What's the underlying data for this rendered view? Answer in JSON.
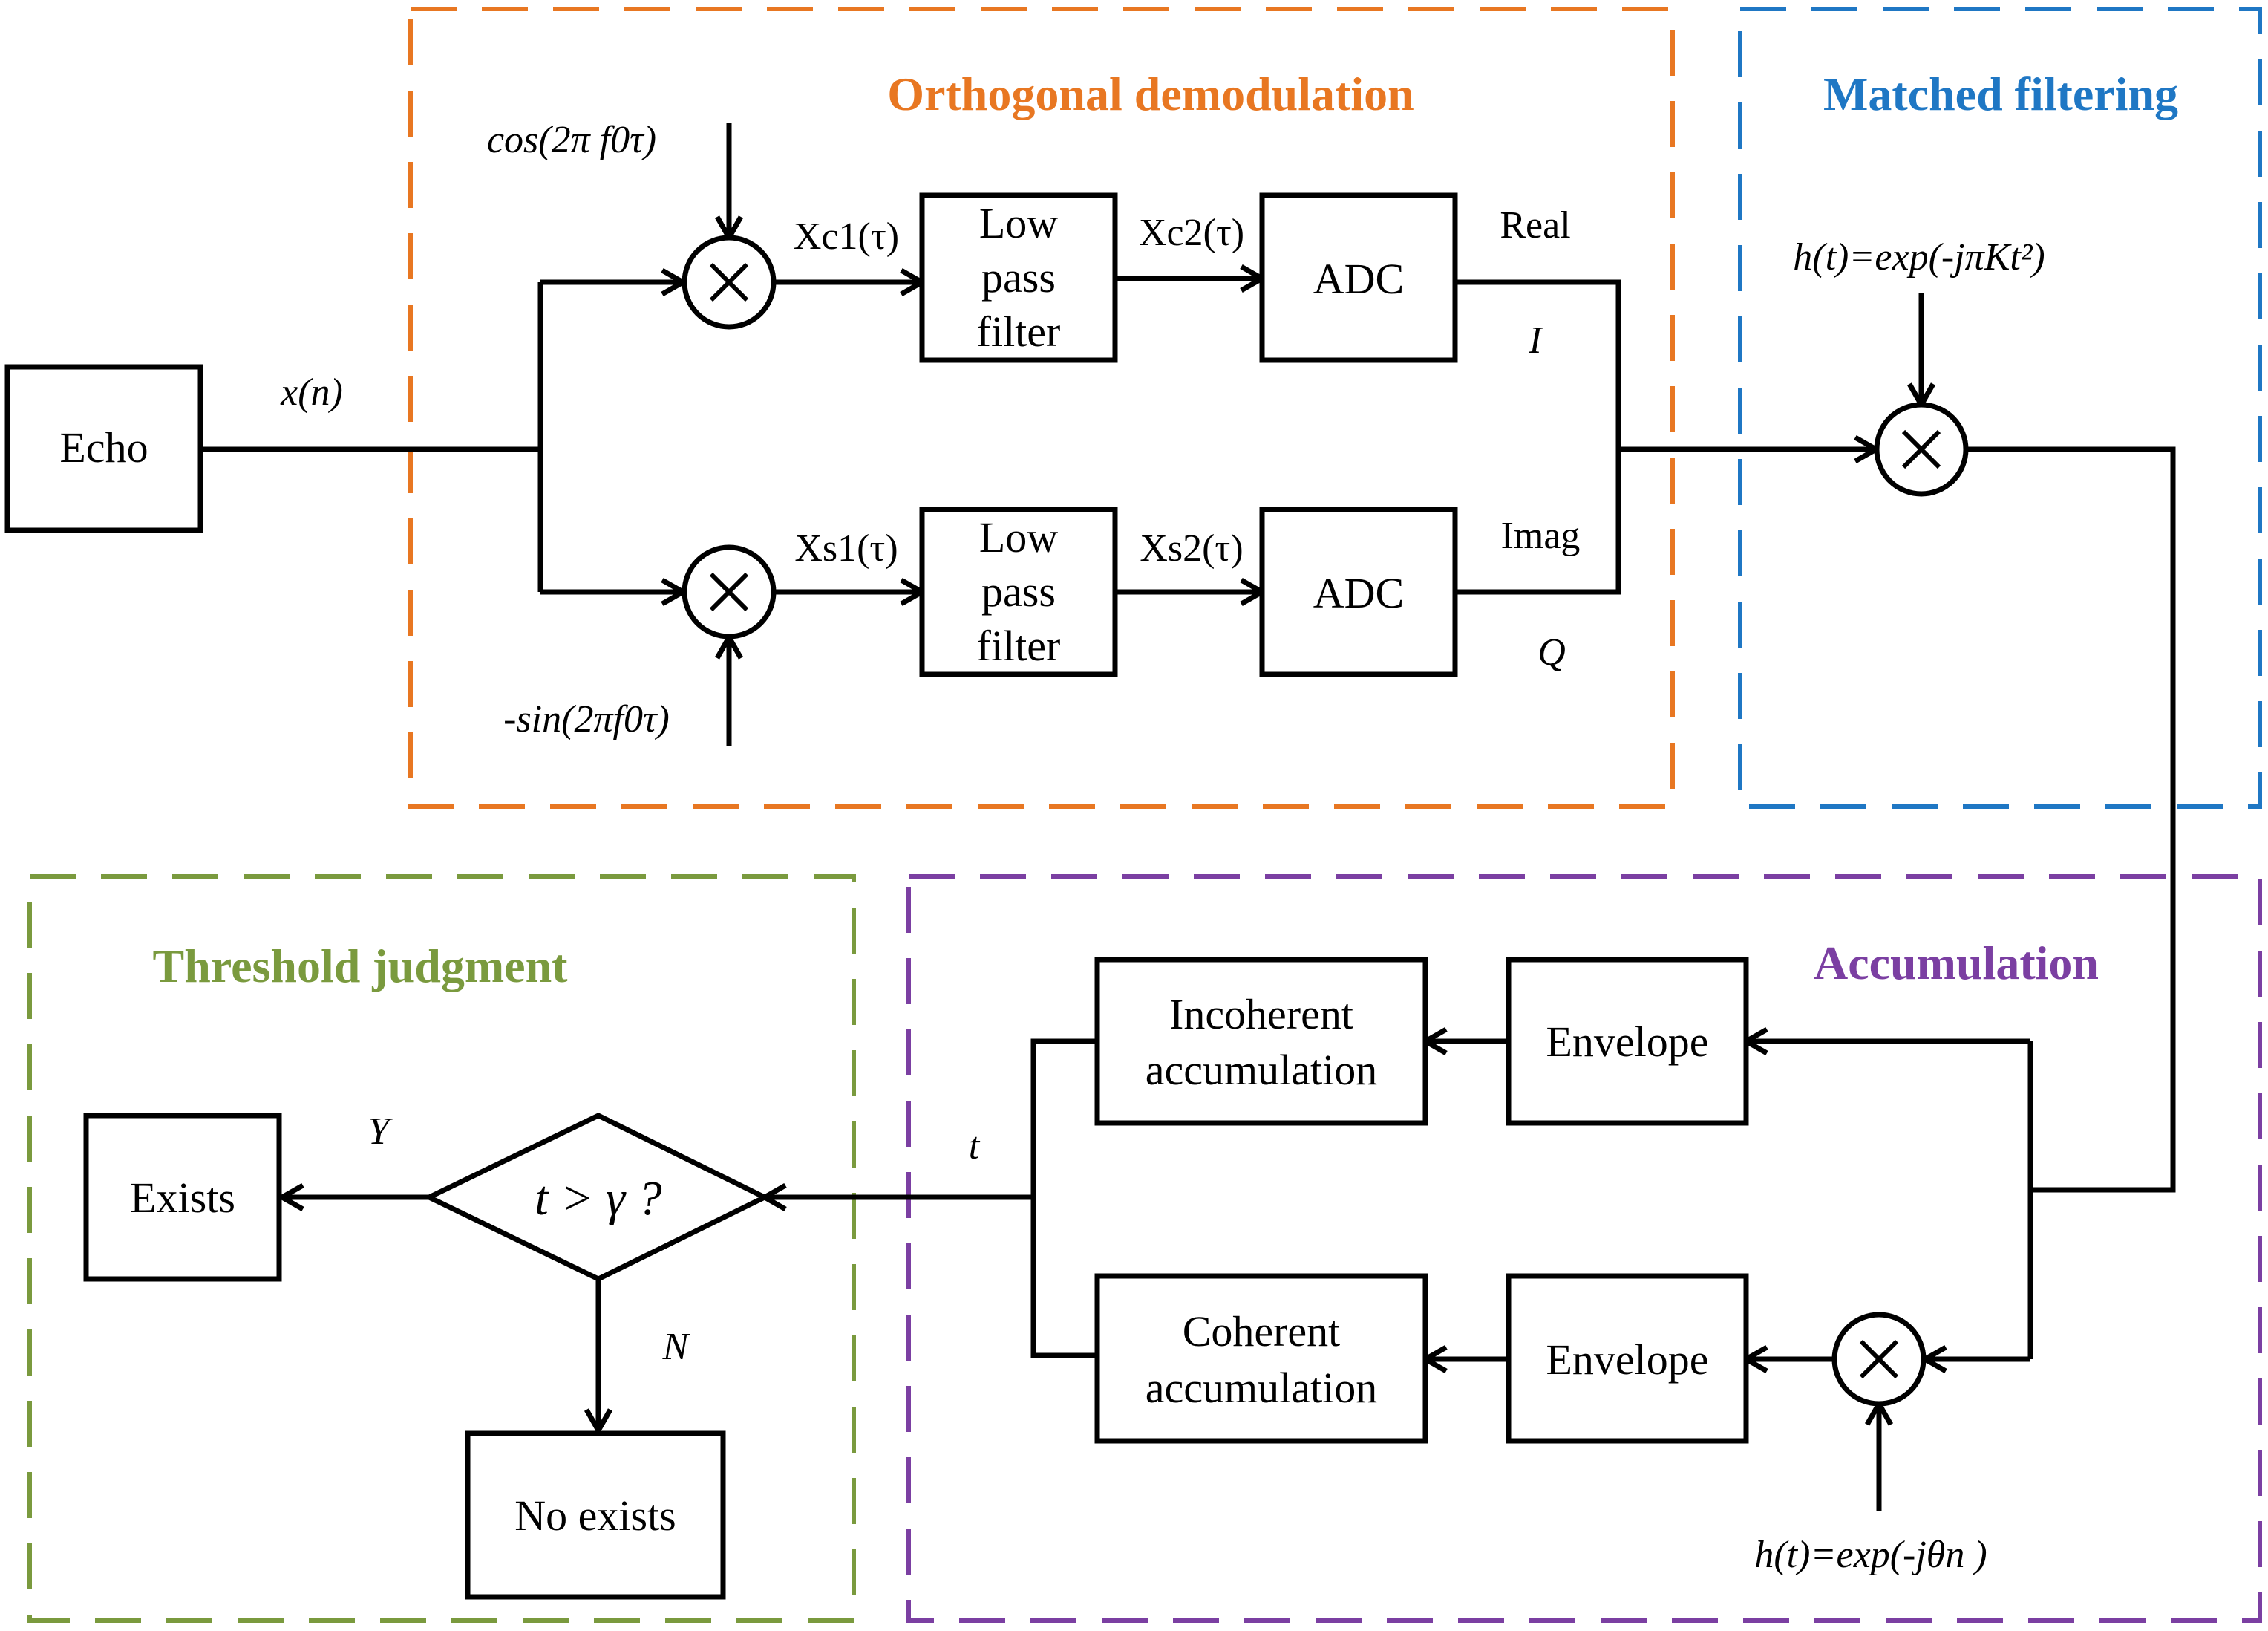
{
  "regions": {
    "orthogonal": {
      "title": "Orthogonal demodulation",
      "color": "#E87722"
    },
    "matched": {
      "title": "Matched filtering",
      "color": "#1F77C4"
    },
    "threshold": {
      "title": "Threshold judgment",
      "color": "#7A9A3E"
    },
    "accumulation": {
      "title": "Accumulation",
      "color": "#7B3FA2"
    }
  },
  "blocks": {
    "echo": "Echo",
    "lpf_top": [
      "Low",
      "pass",
      "filter"
    ],
    "lpf_bottom": [
      "Low",
      "pass",
      "filter"
    ],
    "adc_top": "ADC",
    "adc_bottom": "ADC",
    "incoherent": [
      "Incoherent",
      "accumulation"
    ],
    "coherent": [
      "Coherent",
      "accumulation"
    ],
    "envelope_top": "Envelope",
    "envelope_bottom": "Envelope",
    "decision": "t > γ ?",
    "exists": "Exists",
    "no_exists": "No exists"
  },
  "signals": {
    "xn": "x(n)",
    "cos": "cos(2π f0τ)",
    "sin": "-sin(2πf0τ)",
    "xc1": "Xc1(τ)",
    "xc2": "Xc2(τ)",
    "xs1": "Xs1(τ)",
    "xs2": "Xs2(τ)",
    "real": "Real",
    "i": "I",
    "imag": "Imag",
    "q": "Q",
    "ht_matched": "h(t)=exp(-jπKt²)",
    "ht_coherent": "h(t)=exp(-jθn )",
    "t": "t",
    "yes": "Y",
    "no": "N"
  },
  "icons": {
    "multiplier": "multiply-circle-icon",
    "arrow": "arrowhead-icon"
  }
}
